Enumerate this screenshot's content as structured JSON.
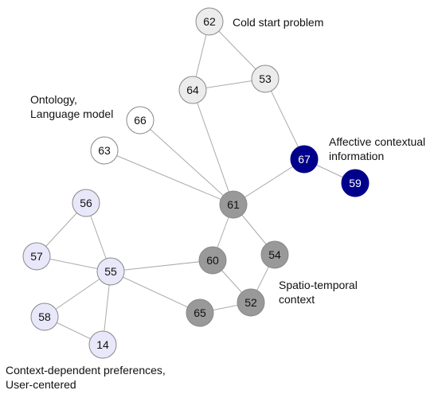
{
  "labels": {
    "cold_start": "Cold start problem",
    "ontology": "Ontology,\nLanguage model",
    "affective": "Affective contextual\ninformation",
    "spatio": "Spatio-temporal\ncontext",
    "context_dependent": "Context-dependent preferences,\nUser-centered"
  },
  "colors": {
    "light_gray": "#ececec",
    "white": "#ffffff",
    "navy": "#00008b",
    "dark_gray": "#999999",
    "lavender": "#e8e8fa",
    "edge": "#aaaaaa",
    "stroke": "#888888"
  },
  "nodes": [
    {
      "id": "62",
      "group": "light_gray"
    },
    {
      "id": "64",
      "group": "light_gray"
    },
    {
      "id": "53",
      "group": "light_gray"
    },
    {
      "id": "66",
      "group": "white"
    },
    {
      "id": "63",
      "group": "white"
    },
    {
      "id": "67",
      "group": "navy"
    },
    {
      "id": "59",
      "group": "navy"
    },
    {
      "id": "61",
      "group": "dark_gray"
    },
    {
      "id": "60",
      "group": "dark_gray"
    },
    {
      "id": "54",
      "group": "dark_gray"
    },
    {
      "id": "52",
      "group": "dark_gray"
    },
    {
      "id": "65",
      "group": "dark_gray"
    },
    {
      "id": "56",
      "group": "lavender"
    },
    {
      "id": "57",
      "group": "lavender"
    },
    {
      "id": "55",
      "group": "lavender"
    },
    {
      "id": "58",
      "group": "lavender"
    },
    {
      "id": "14",
      "group": "lavender"
    }
  ],
  "edges": [
    [
      "62",
      "64"
    ],
    [
      "62",
      "53"
    ],
    [
      "64",
      "53"
    ],
    [
      "64",
      "61"
    ],
    [
      "53",
      "67"
    ],
    [
      "67",
      "59"
    ],
    [
      "67",
      "61"
    ],
    [
      "66",
      "61"
    ],
    [
      "63",
      "61"
    ],
    [
      "61",
      "60"
    ],
    [
      "61",
      "54"
    ],
    [
      "60",
      "52"
    ],
    [
      "54",
      "52"
    ],
    [
      "52",
      "65"
    ],
    [
      "60",
      "55"
    ],
    [
      "65",
      "55"
    ],
    [
      "56",
      "57"
    ],
    [
      "56",
      "55"
    ],
    [
      "57",
      "55"
    ],
    [
      "55",
      "58"
    ],
    [
      "55",
      "14"
    ],
    [
      "58",
      "14"
    ]
  ]
}
